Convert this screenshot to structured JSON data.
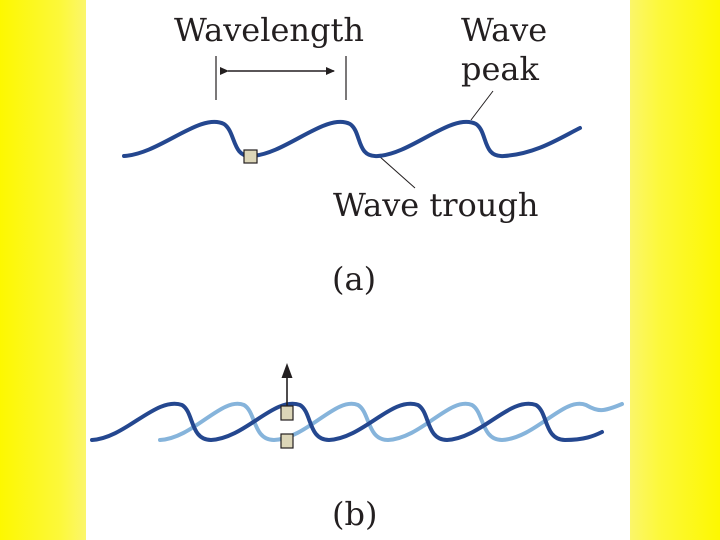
{
  "labels": {
    "wavelength": "Wavelength",
    "wave_peak_line1": "Wave",
    "wave_peak_line2": "peak",
    "wave_trough": "Wave trough",
    "panel_a": "(a)",
    "panel_b": "(b)"
  },
  "colors": {
    "background": "#fbf66a",
    "panel": "#ffffff",
    "wave_dark": "#24478f",
    "wave_light": "#86b4db",
    "ink": "#231f20",
    "marker_fill": "#dcd6b8"
  }
}
